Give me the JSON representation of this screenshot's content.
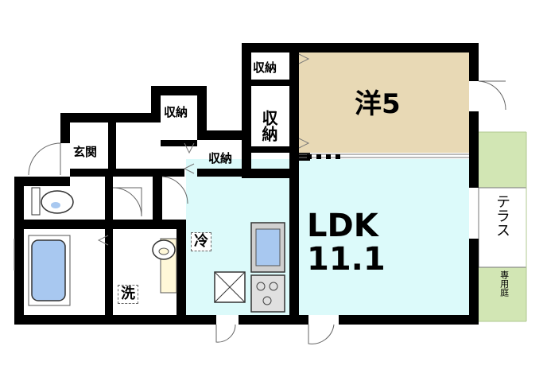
{
  "rooms": {
    "western_room": {
      "label": "洋5",
      "color": "#e8d9b5"
    },
    "ldk": {
      "label": "LDK",
      "size": "11.1",
      "color": "#dcfafa"
    },
    "entrance": {
      "label": "玄関"
    },
    "closet_top": {
      "label": "収納"
    },
    "closet_mid": {
      "label": "収納"
    },
    "closet_small": {
      "label": "収納"
    },
    "closet_large": {
      "label": "収納"
    },
    "fridge": {
      "label": "冷"
    },
    "washer": {
      "label": "洗"
    },
    "terrace": {
      "label": "テラス"
    },
    "private_garden": {
      "label": "専用庭",
      "color": "#d2e6b4"
    }
  },
  "colors": {
    "wall": "#000000",
    "bath": "#a8c8f0",
    "wc": "#ffffff"
  }
}
